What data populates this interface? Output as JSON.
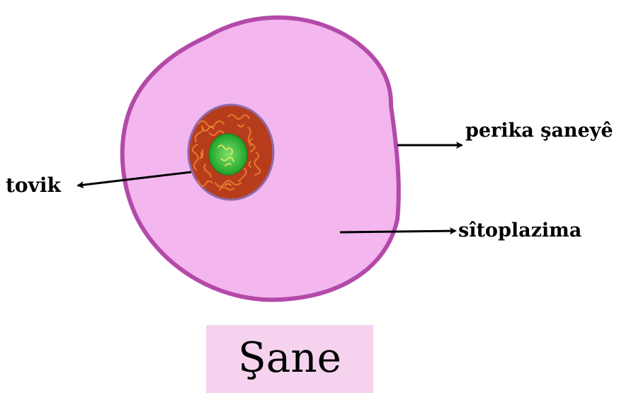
{
  "title": "Şane",
  "labels": {
    "nucleus": "tovik",
    "membrane": "perika şaneyê",
    "cytoplasm": "sîtoplazima"
  },
  "colors": {
    "cytoplasm": "#f3b6ef",
    "membrane": "#b34aa9",
    "nucleus_ring": "#b73c1c",
    "nucleus_core": "#22b32b",
    "title_bg": "#f5d3ee",
    "arrow": "#000000"
  },
  "icons": {
    "arrows": "arrow-icon"
  }
}
